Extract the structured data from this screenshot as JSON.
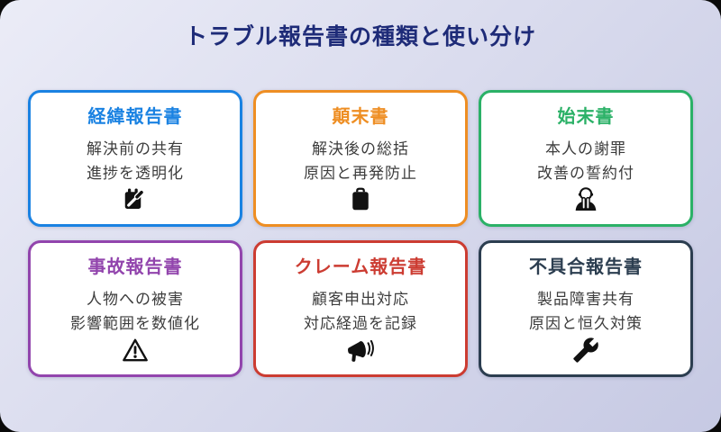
{
  "page": {
    "title": "トラブル報告書の種類と使い分け",
    "title_color": "#1e2b78",
    "background": {
      "top_left": "#ebecf7",
      "bottom_right": "#c6c9e3"
    },
    "body_text_color": "#3d3d3d",
    "card_background": "#ffffff"
  },
  "cards": [
    {
      "title": "経緯報告書",
      "accent": "#1a82e2",
      "lines": [
        "解決前の共有",
        "進捗を透明化"
      ],
      "icon": "memo-pencil-icon"
    },
    {
      "title": "顛末書",
      "accent": "#ee8e23",
      "lines": [
        "解決後の総括",
        "原因と再発防止"
      ],
      "icon": "clipboard-icon"
    },
    {
      "title": "始末書",
      "accent": "#2bb167",
      "lines": [
        "本人の謝罪",
        "改善の誓約付"
      ],
      "icon": "bowing-person-icon"
    },
    {
      "title": "事故報告書",
      "accent": "#9245ad",
      "lines": [
        "人物への被害",
        "影響範囲を数値化"
      ],
      "icon": "warning-triangle-icon"
    },
    {
      "title": "クレーム報告書",
      "accent": "#cc3c32",
      "lines": [
        "顧客申出対応",
        "対応経過を記録"
      ],
      "icon": "megaphone-icon"
    },
    {
      "title": "不具合報告書",
      "accent": "#2c3e50",
      "lines": [
        "製品障害共有",
        "原因と恒久対策"
      ],
      "icon": "wrench-icon"
    }
  ]
}
